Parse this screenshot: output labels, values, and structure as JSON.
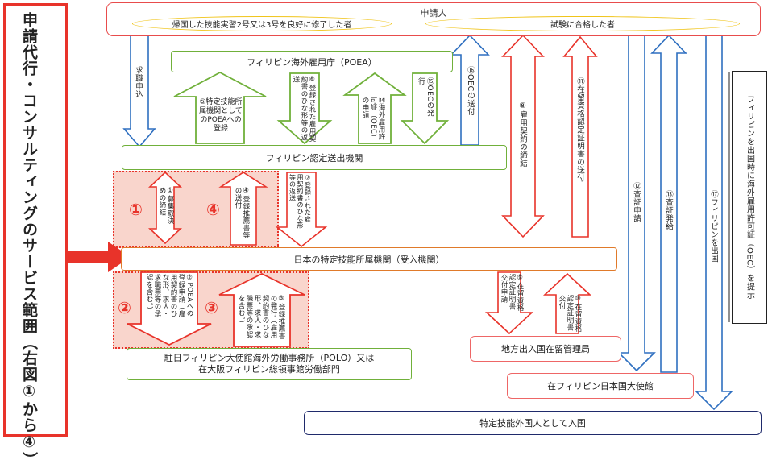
{
  "left_panel": {
    "title": "申請代行・コンサルティングのサービス範囲（右図①から④）"
  },
  "boxes": {
    "applicant": "申請人",
    "applicant_sub1": "帰国した技能実習2号又は3号を良好に修了した者",
    "applicant_sub2": "試験に合格した者",
    "poea": "フィリピン海外雇用庁（POEA）",
    "sending_org": "フィリピン認定送出機関",
    "receiving_org": "日本の特定技能所属機関（受入機関）",
    "polo_line1": "駐日フィリピン大使館海外労働事務所（POLO）又は",
    "polo_line2": "在大阪フィリピン総領事館労働部門",
    "immigration": "地方出入国在留管理局",
    "embassy": "在フィリピン日本国大使館",
    "entry": "特定技能外国人として入国",
    "oec_note": "フィリピンを出国時に海外雇用許可証（OEC）を提示"
  },
  "flows": {
    "job_application": "求職申込",
    "f5": "⑤特定技能所属機関としてのPOEAへの登録",
    "f6": "⑥登録された雇用契約書のひな形等の返送",
    "f14": "⑭海外雇用許可証（OEC）の申請",
    "f15": "⑮OECの発行",
    "f16": "⑯OECの送付",
    "f8": "⑧雇用契約の締結",
    "f11": "⑪在留資格認定証明書の送付",
    "f12": "⑫査証申請",
    "f13": "⑬査証発給",
    "f17": "⑰フィリピンを出国",
    "f1": "①募集取決めの締結",
    "f4": "④登録推薦書等の送付",
    "f7": "⑦登録された雇用契約書のひな形等の返送",
    "f2": "②POEAへの登録申請（雇用契約書のひな形、求人・求職票等の承認を含む。）",
    "f3": "③登録推薦書の発行（雇用契約書のひな形、求人・求職票等の承認を含む。）",
    "f9": "⑨在留資格認定証明書交付申請",
    "f10": "⑩在留資格認定証明書交付"
  },
  "markers": {
    "m1": "①",
    "m2": "②",
    "m3": "③",
    "m4": "④"
  },
  "colors": {
    "red": "#e8332a",
    "green": "#70b03a",
    "blue": "#2e6fc0",
    "orange": "#e07a2a",
    "navy": "#1f2a6b",
    "yellow": "#f0c419",
    "pink_fill": "#f9d5cc"
  }
}
